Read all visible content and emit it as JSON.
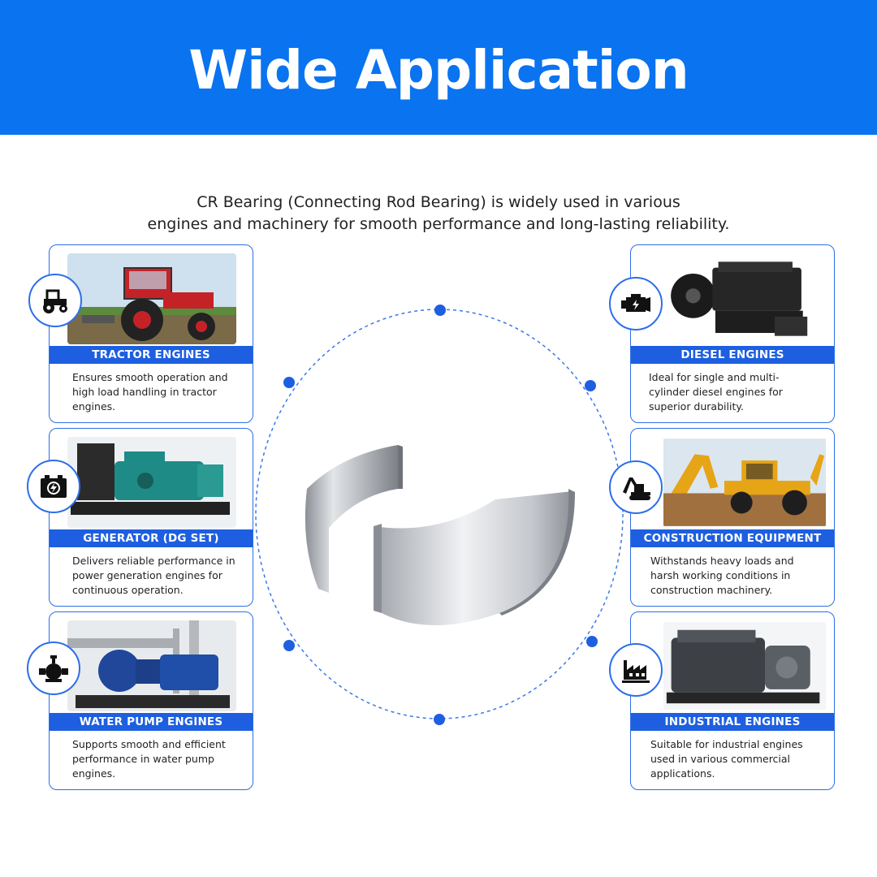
{
  "banner": {
    "title": "Wide Application"
  },
  "intro": {
    "line1": "CR Bearing (Connecting Rod Bearing) is widely used in various",
    "line2": "engines and machinery for smooth performance and long-lasting reliability."
  },
  "colors": {
    "accent": "#0a73f0",
    "label_bar": "#1d5fe0",
    "ring_dots": "#1d5fe0"
  },
  "cards": {
    "tractor": {
      "icon": "tractor-icon",
      "title": "TRACTOR ENGINES",
      "desc": "Ensures smooth operation and high load handling in tractor engines."
    },
    "generator": {
      "icon": "battery-icon",
      "title": "GENERATOR (DG SET)",
      "desc": "Delivers reliable performance in power generation engines for continuous operation."
    },
    "water_pump": {
      "icon": "pump-icon",
      "title": "WATER PUMP ENGINES",
      "desc": "Supports smooth and efficient performance in water pump engines."
    },
    "diesel": {
      "icon": "engine-icon",
      "title": "DIESEL ENGINES",
      "desc": "Ideal for single and multi-cylinder diesel engines for superior durability."
    },
    "construction": {
      "icon": "excavator-icon",
      "title": "CONSTRUCTION EQUIPMENT",
      "desc": "Withstands heavy loads and harsh working conditions in construction machinery."
    },
    "industrial": {
      "icon": "factory-icon",
      "title": "INDUSTRIAL ENGINES",
      "desc": "Suitable for industrial engines used in various commercial applications."
    }
  }
}
